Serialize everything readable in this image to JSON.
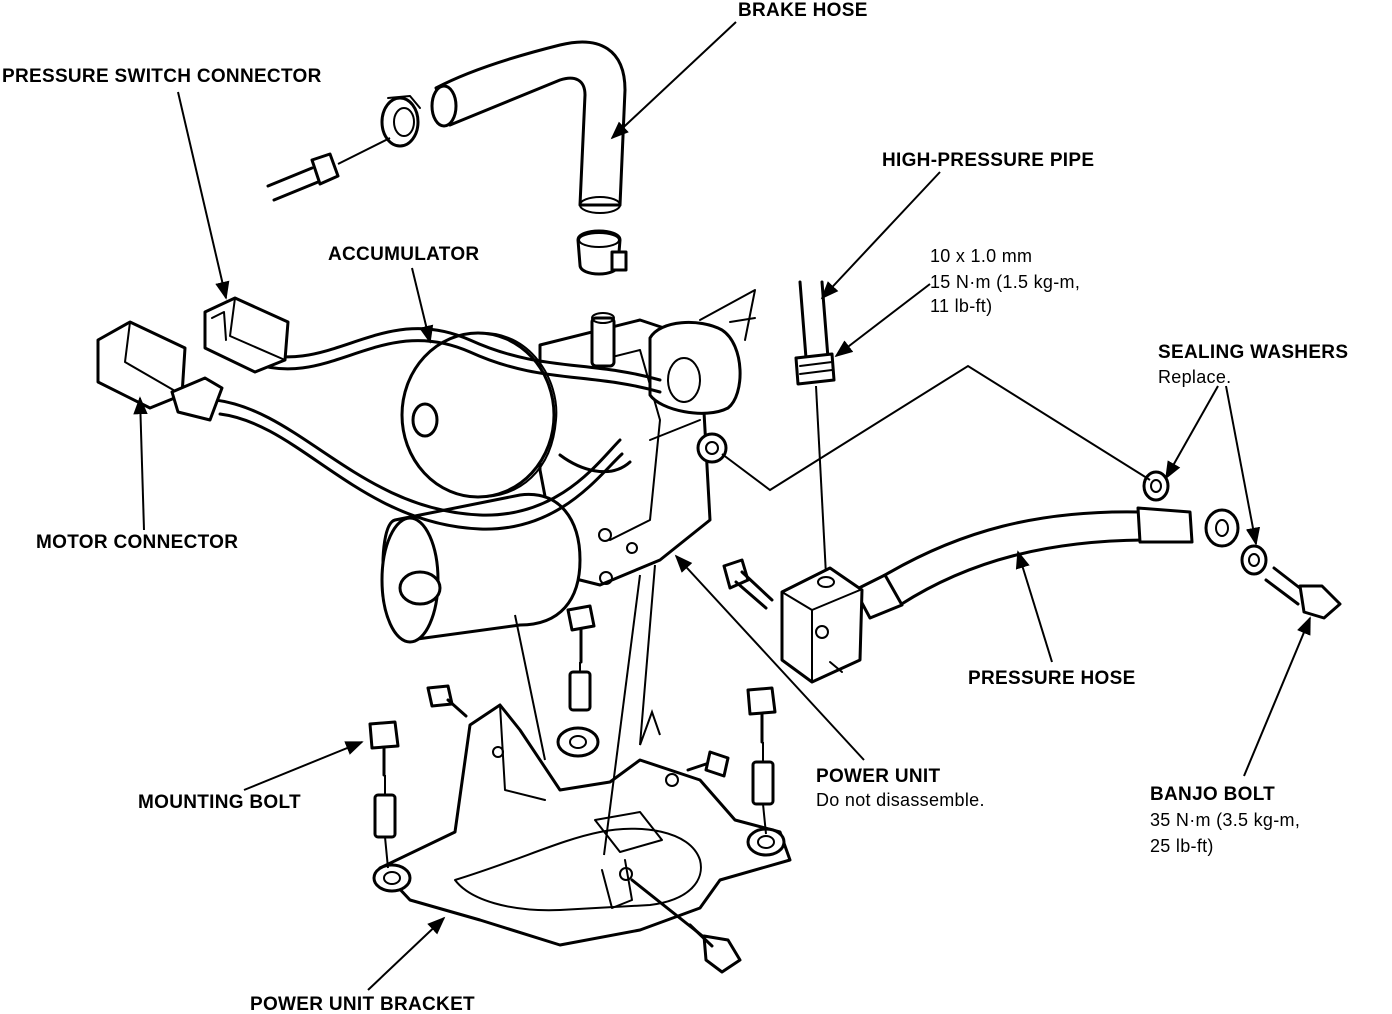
{
  "labels": {
    "brake_hose": "BRAKE HOSE",
    "pressure_switch_connector": "PRESSURE SWITCH CONNECTOR",
    "accumulator": "ACCUMULATOR",
    "motor_connector": "MOTOR CONNECTOR",
    "high_pressure_pipe": "HIGH-PRESSURE PIPE",
    "torque_spec_line1": "10 x 1.0 mm",
    "torque_spec_line2": "15 N·m (1.5 kg-m,",
    "torque_spec_line3": "11 lb-ft)",
    "sealing_washers": "SEALING WASHERS",
    "sealing_washers_note": "Replace.",
    "pressure_hose": "PRESSURE HOSE",
    "power_unit": "POWER UNIT",
    "power_unit_note": "Do not disassemble.",
    "banjo_bolt": "BANJO BOLT",
    "banjo_spec_line1": "35 N·m (3.5 kg-m,",
    "banjo_spec_line2": "25 lb-ft)",
    "mounting_bolt": "MOUNTING BOLT",
    "power_unit_bracket": "POWER UNIT BRACKET"
  }
}
